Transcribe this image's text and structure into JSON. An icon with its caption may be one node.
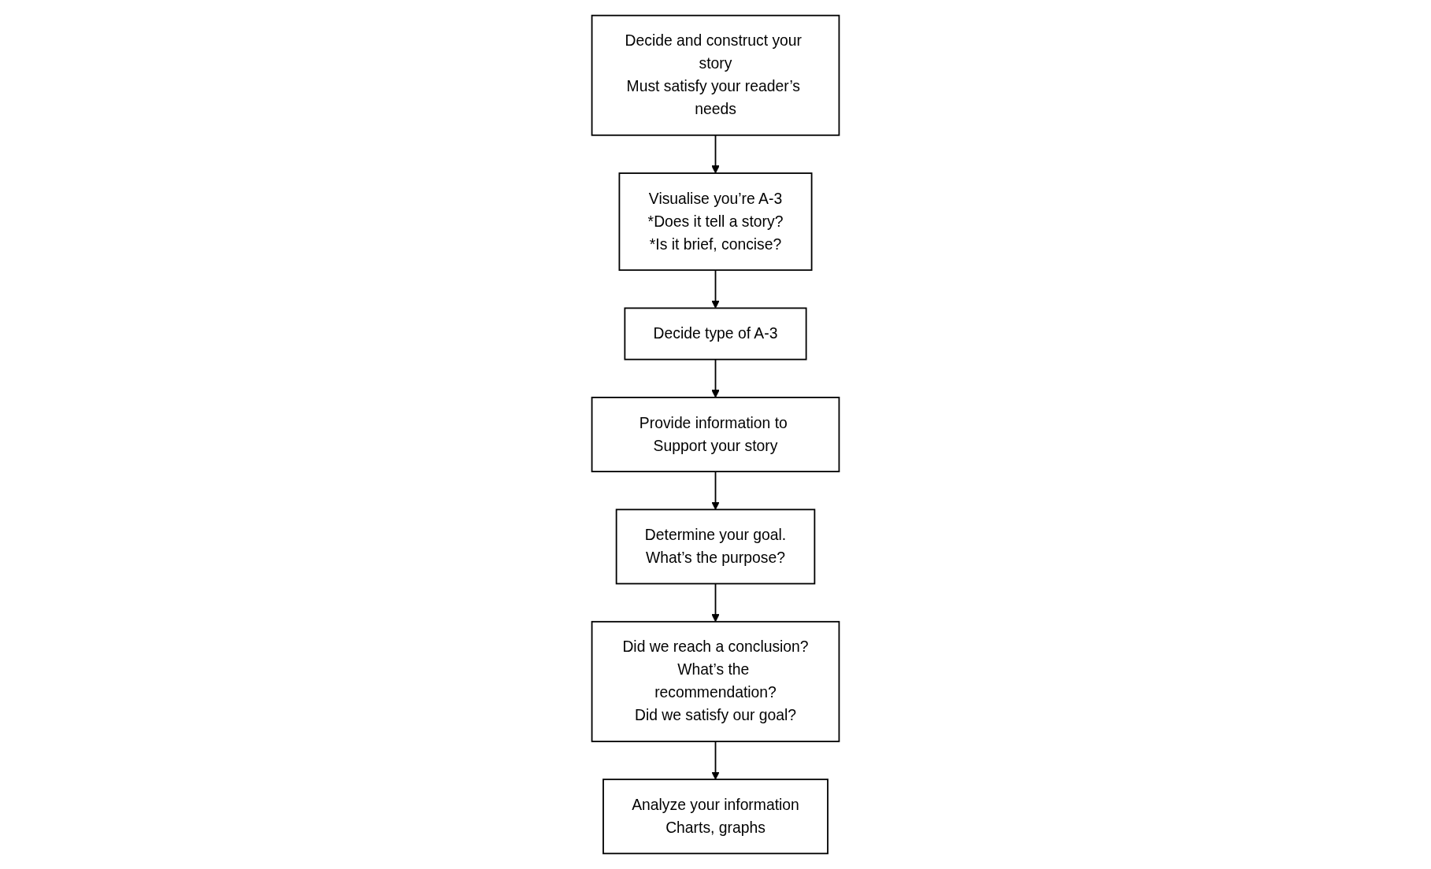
{
  "diagram": {
    "nodes": [
      {
        "text": [
          "Decide and construct your story",
          "Must satisfy your reader’s needs"
        ]
      },
      {
        "text": [
          "Visualise you’re A-3",
          "*Does it tell a story?",
          "*Is it brief, concise?"
        ]
      },
      {
        "text": [
          "Decide type of A-3"
        ]
      },
      {
        "text": [
          "Provide information to Support your story"
        ]
      },
      {
        "text": [
          "Determine your goal.",
          "What’s the purpose?"
        ]
      },
      {
        "text": [
          "Did we reach a conclusion?",
          "What’s the recommendation?",
          "Did we satisfy our goal?"
        ]
      },
      {
        "text": [
          "Analyze your information",
          "Charts, graphs"
        ]
      }
    ],
    "edges": [
      {
        "from": 0,
        "to": 1,
        "arrow": "to"
      },
      {
        "from": 1,
        "to": 2,
        "arrow": "to"
      },
      {
        "from": 2,
        "to": 3,
        "arrow": "to"
      },
      {
        "from": 3,
        "to": 4,
        "arrow": "to"
      },
      {
        "from": 4,
        "to": 5,
        "arrow": "to"
      },
      {
        "from": 5,
        "to": 6,
        "arrow": "to"
      }
    ]
  }
}
